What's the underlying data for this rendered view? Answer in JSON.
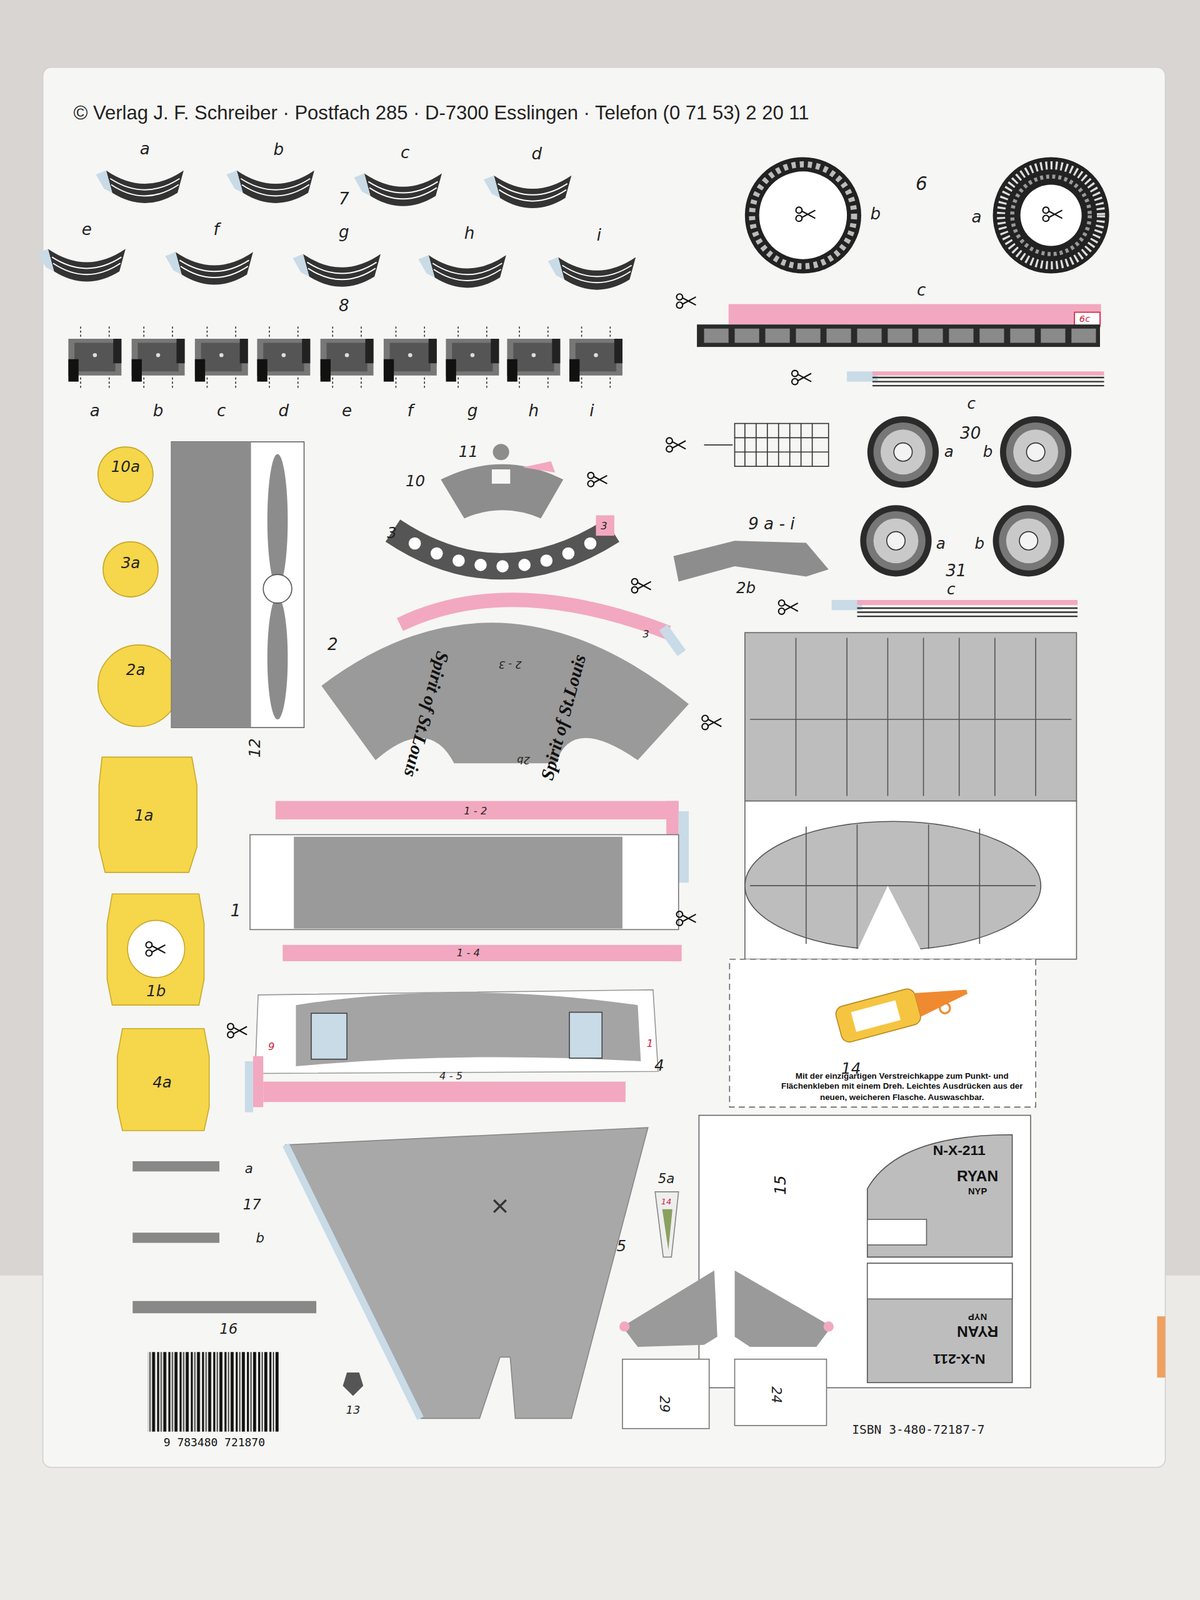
{
  "diagram": {
    "nodes": [
      {
        "text": [
          "15"
        ]
      },
      {
        "text": [
          "Mit der einzigartigen Verstreichkappe zum Punkt- und Flächenkleben mit einem Dreh. Leichtes Ausdrücken aus der neuen, weicheren Flasche. Auswaschbar."
        ]
      }
    ],
    "labels": [
      "© Verlag J. F. Schreiber · Postfach 285 · D-7300 Esslingen · Telefon (0 71 53) 2 20 11",
      "a",
      "b",
      "c",
      "d",
      "7",
      "e",
      "f",
      "g",
      "h",
      "i",
      "8",
      "a",
      "b",
      "c",
      "d",
      "e",
      "f",
      "g",
      "h",
      "i",
      "6",
      "b",
      "a",
      "c",
      "6c",
      "c",
      "30",
      "a",
      "b",
      "a",
      "b",
      "31",
      "c",
      "9 a - i",
      "2b",
      "11",
      "10",
      "3",
      "3",
      "2",
      "Spirit of St.Louis",
      "Spirit of St.Louis",
      "2 - 3",
      "3",
      "2b",
      "10a",
      "3a",
      "2a",
      "1a",
      "1b",
      "4a",
      "12",
      "1",
      "1 - 2",
      "1 - 4",
      "4 - 5",
      "4",
      "9",
      "1",
      "5",
      "5a",
      "14",
      "17",
      "a",
      "b",
      "16",
      "13",
      "29",
      "24",
      "14",
      "N-X-211",
      "RYAN",
      "NYP",
      "NYP",
      "RYAN",
      "N-X-211",
      "ISBN 3-480-72187-7",
      "9 783480 721870"
    ]
  }
}
